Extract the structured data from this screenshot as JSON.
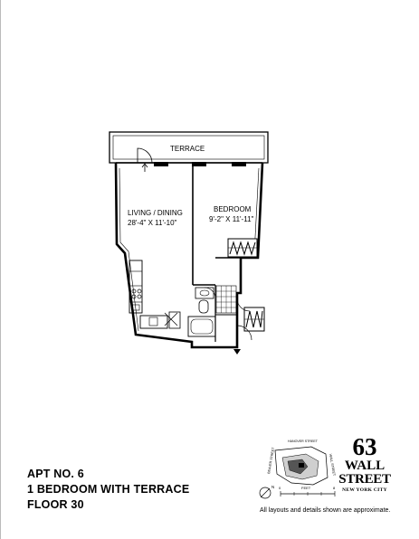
{
  "rooms": {
    "terrace": "TERRACE",
    "living_name": "LIVING / DINING",
    "living_dims": "28'-4\" X 11'-10\"",
    "bedroom_name": "BEDROOM",
    "bedroom_dims": "9'-2\" X 11'-11\""
  },
  "apartment": {
    "number": "APT NO. 6",
    "type": "1 BEDROOM WITH TERRACE",
    "floor": "FLOOR 30"
  },
  "key_plan": {
    "street_top": "HANOVER STREET",
    "street_left": "BEAVER STREET",
    "street_right": "WALL STREET",
    "compass": "N",
    "scale_start": "0",
    "scale_unit": "FEET",
    "scale_end": "8"
  },
  "brand": {
    "number": "63",
    "word1": "WALL",
    "word2": "STREET",
    "city": "NEW YORK CITY"
  },
  "disclaimer": "All layouts and details shown are approximate."
}
